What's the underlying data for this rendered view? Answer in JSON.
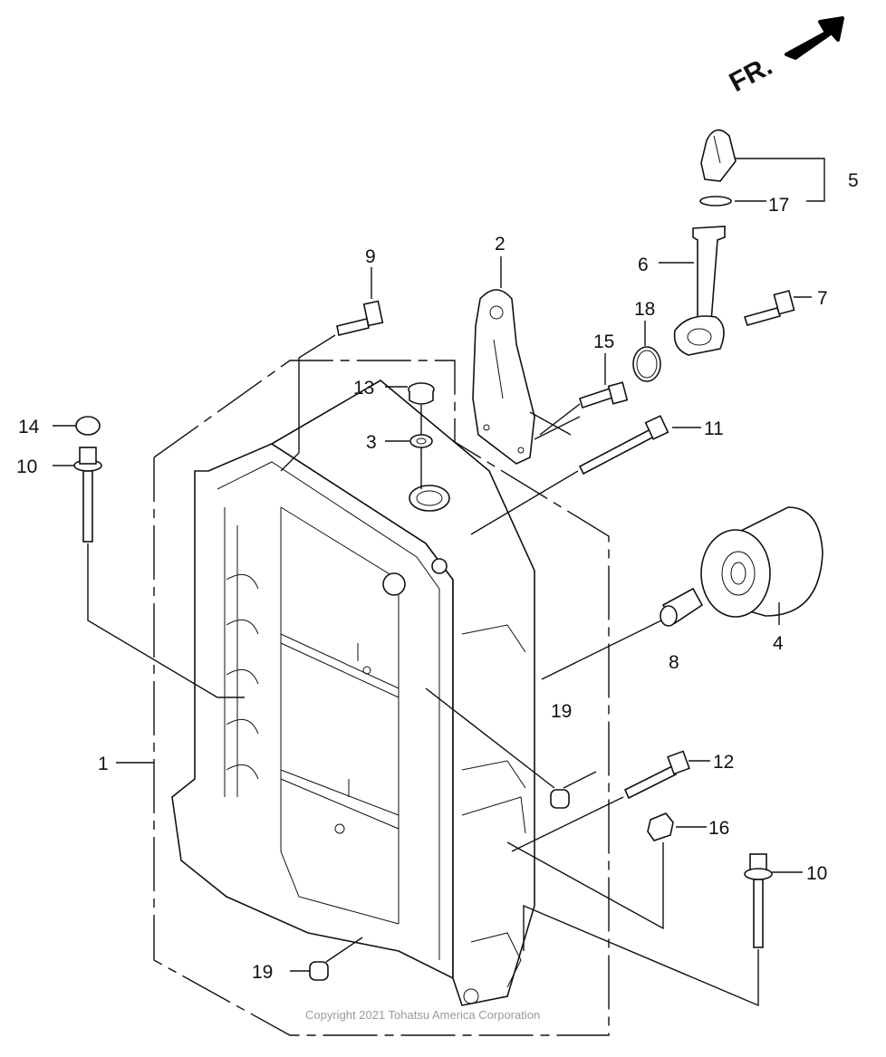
{
  "direction_marker": {
    "text": "FR.",
    "icon": "arrow-up-right-icon"
  },
  "callouts": {
    "c1": "1",
    "c2": "2",
    "c3": "3",
    "c4": "4",
    "c5": "5",
    "c6": "6",
    "c7": "7",
    "c8": "8",
    "c9": "9",
    "c10a": "10",
    "c10b": "10",
    "c11": "11",
    "c12": "12",
    "c13": "13",
    "c14": "14",
    "c15": "15",
    "c16": "16",
    "c17": "17",
    "c18": "18",
    "c19a": "19",
    "c19b": "19"
  },
  "copyright": "Copyright 2021 Tohatsu America Corporation"
}
